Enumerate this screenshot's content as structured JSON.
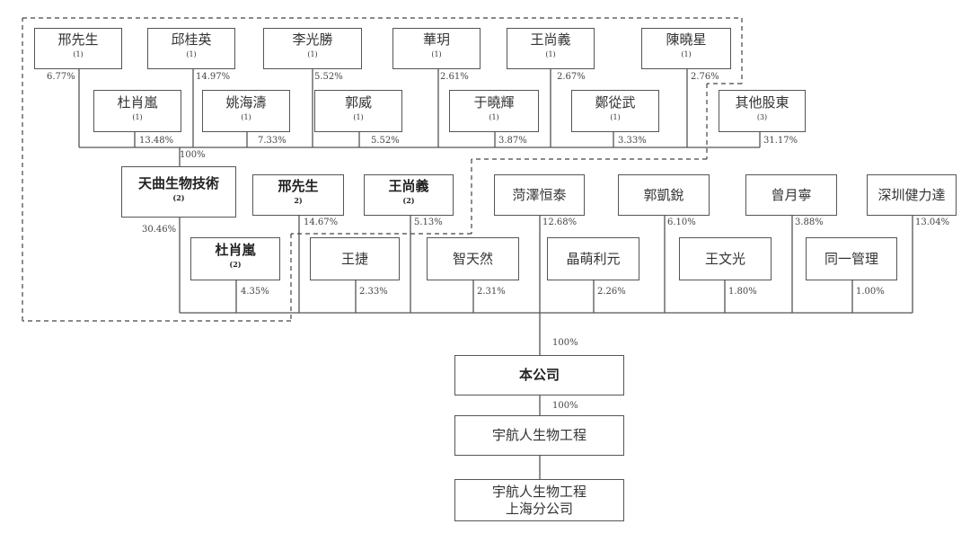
{
  "nodes": [
    {
      "label": "邢先生",
      "note": "(1)",
      "pct": "6.77%"
    },
    {
      "label": "邱桂英",
      "note": "(1)",
      "pct": "14.97%"
    },
    {
      "label": "李光勝",
      "note": "(1)",
      "pct": "5.52%"
    },
    {
      "label": "華玥",
      "note": "(1)",
      "pct": "2.61%"
    },
    {
      "label": "王尚義",
      "note": "(1)",
      "pct": "2.67%"
    },
    {
      "label": "陳曉星",
      "note": "(1)",
      "pct": "2.76%"
    },
    {
      "label": "杜肖嵐",
      "note": "(1)",
      "pct": "13.48%"
    },
    {
      "label": "姚海濤",
      "note": "(1)",
      "pct": "7.33%"
    },
    {
      "label": "郭威",
      "note": "(1)",
      "pct": "5.52%"
    },
    {
      "label": "于曉輝",
      "note": "(1)",
      "pct": "3.87%"
    },
    {
      "label": "鄭從武",
      "note": "(1)",
      "pct": "3.33%"
    },
    {
      "label": "其他股東",
      "note": "(3)",
      "pct": "31.17%"
    },
    {
      "label": "天曲生物技術",
      "note": "(2)",
      "pct": "30.46%",
      "bold": true
    },
    {
      "label": "邢先生",
      "note": "2)",
      "pct": "14.67%",
      "bold": true
    },
    {
      "label": "王尚義",
      "note": "(2)",
      "pct": "5.13%",
      "bold": true
    },
    {
      "label": "菏澤恒泰",
      "note": "",
      "pct": "12.68%"
    },
    {
      "label": "郭凱銳",
      "note": "",
      "pct": "6.10%"
    },
    {
      "label": "曾月寧",
      "note": "",
      "pct": "3.88%"
    },
    {
      "label": "深圳健力達",
      "note": "",
      "pct": "13.04%"
    },
    {
      "label": "杜肖嵐",
      "note": "(2)",
      "pct": "4.35%",
      "bold": true
    },
    {
      "label": "王捷",
      "note": "",
      "pct": "2.33%"
    },
    {
      "label": "智天然",
      "note": "",
      "pct": "2.31%"
    },
    {
      "label": "晶萌利元",
      "note": "",
      "pct": "2.26%"
    },
    {
      "label": "王文光",
      "note": "",
      "pct": "1.80%"
    },
    {
      "label": "同一管理",
      "note": "",
      "pct": "1.00%"
    }
  ],
  "holding_pct": "100%",
  "company": {
    "label": "本公司",
    "pct": "100%"
  },
  "subsidiary": {
    "label": "宇航人生物工程"
  },
  "branch": {
    "line1": "宇航人生物工程",
    "line2": "上海分公司"
  }
}
